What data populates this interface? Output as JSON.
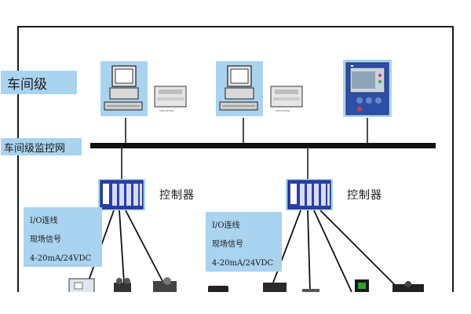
{
  "levels": {
    "workshop_level": "车间级",
    "workshop_network": "车间级监控网"
  },
  "controllers": {
    "left_label": "控制器",
    "right_label": "控制器"
  },
  "io_left": {
    "line1": "I/O连线",
    "line2": "现场信号",
    "line3": "4-20mA/24VDC"
  },
  "io_right": {
    "line1": "I/O连线",
    "line2": "现场信号",
    "line3": "4-20mA/24VDC"
  },
  "printers": {
    "left_label": "ASCII Printer",
    "right_label": "ASCII Printer"
  },
  "colors": {
    "label_bg": "#a9d3ef",
    "bus": "#111111",
    "controller_blue": "#2a3fae",
    "panel_bg": "#2d4fa8"
  }
}
